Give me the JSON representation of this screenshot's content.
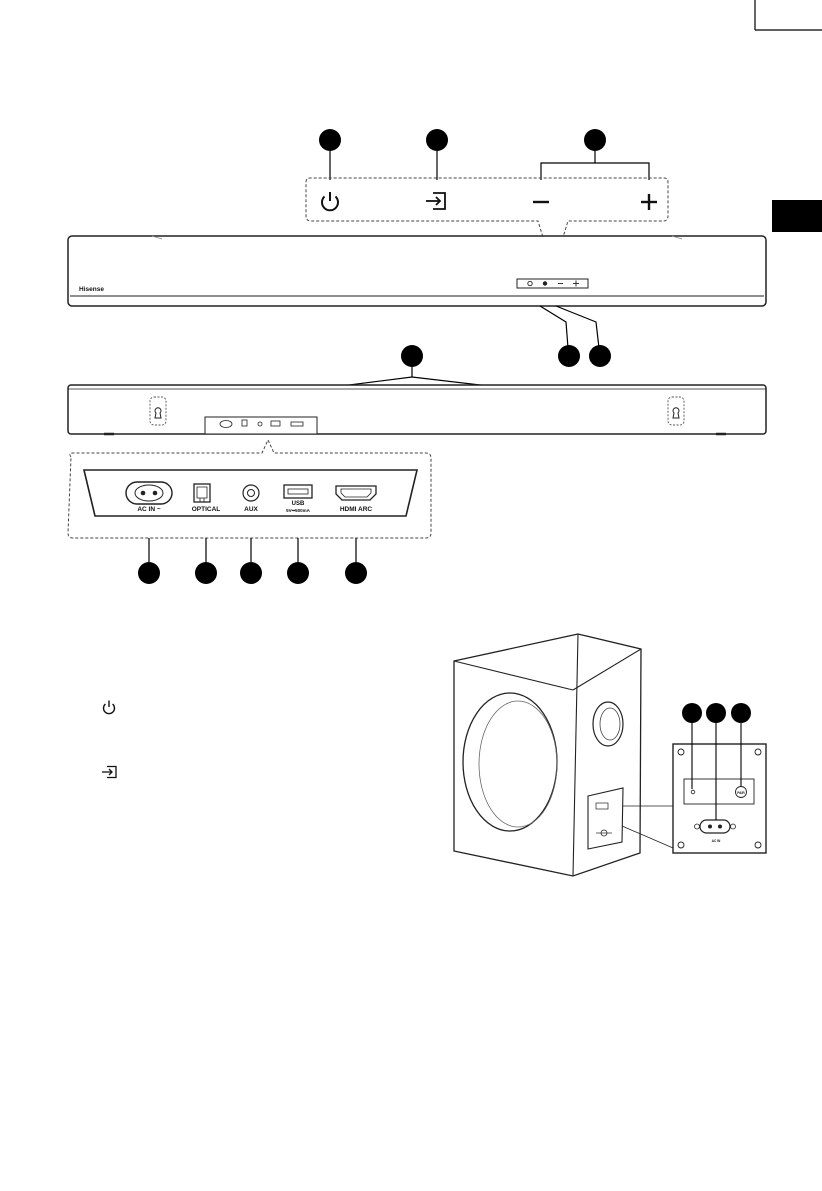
{
  "brand": "Hisense",
  "colors": {
    "ink": "#1a1a1a",
    "callout": "#000000",
    "side_tab": "#000000"
  },
  "top_panel": {
    "buttons": [
      {
        "icon": "power-icon"
      },
      {
        "icon": "input-source-icon"
      },
      {
        "icon": "minus-icon"
      },
      {
        "icon": "plus-icon"
      }
    ]
  },
  "rear_panel": {
    "ports": [
      {
        "label": "AC IN ~"
      },
      {
        "label": "OPTICAL"
      },
      {
        "label": "AUX"
      },
      {
        "label": "USB",
        "sublabel": "5V⎓500mA"
      },
      {
        "label": "HDMI ARC"
      }
    ]
  },
  "legend_icons": [
    "power-icon",
    "input-source-icon"
  ],
  "subwoofer": {
    "panel_button": "PAIR",
    "panel_socket": "AC IN"
  }
}
